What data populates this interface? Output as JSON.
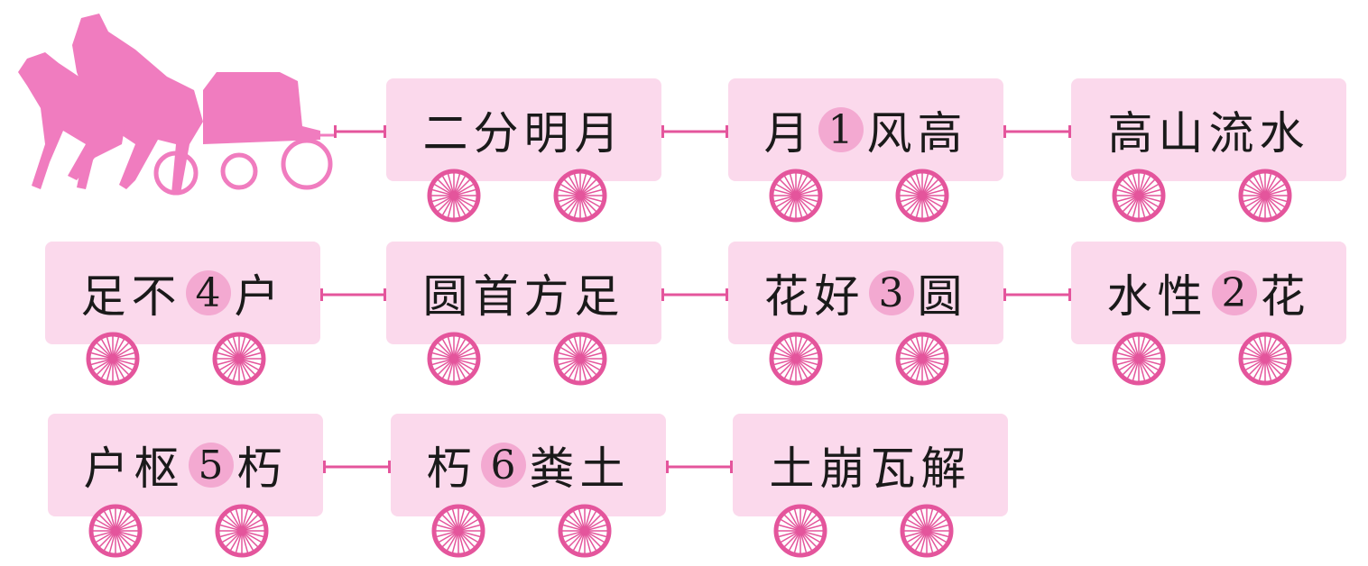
{
  "title": "Idiom chain train",
  "colors": {
    "car": "#fbd9ec",
    "number_circle": "#f3a9d1",
    "wheel": "#e4559c",
    "carriage": "#f07cbf"
  },
  "cars": [
    {
      "row": 1,
      "col": 1,
      "parts": [
        "二分明月"
      ]
    },
    {
      "row": 1,
      "col": 2,
      "parts": [
        "月",
        "1",
        "风高"
      ]
    },
    {
      "row": 1,
      "col": 3,
      "parts": [
        "高山流水"
      ]
    },
    {
      "row": 2,
      "col": 3,
      "parts": [
        "水性",
        "2",
        "花"
      ]
    },
    {
      "row": 2,
      "col": 2,
      "parts": [
        "花好",
        "3",
        "圆"
      ]
    },
    {
      "row": 2,
      "col": 1,
      "parts": [
        "圆首方足"
      ]
    },
    {
      "row": 2,
      "col": 0,
      "parts": [
        "足不",
        "4",
        "户"
      ]
    },
    {
      "row": 3,
      "col": 0,
      "parts": [
        "户枢",
        "5",
        "朽"
      ]
    },
    {
      "row": 3,
      "col": 1,
      "parts": [
        "朽",
        "6",
        "粪土"
      ]
    },
    {
      "row": 3,
      "col": 2,
      "parts": [
        "土崩瓦解"
      ]
    }
  ]
}
